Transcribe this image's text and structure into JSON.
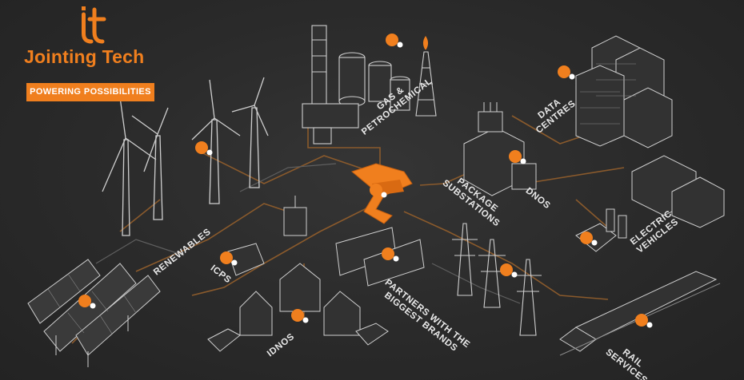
{
  "brand": {
    "name": "Jointing Tech",
    "tagline": "POWERING POSSIBILITIES",
    "accent": "#f07f1e",
    "line_color": "#6b6b6b",
    "background": "#2b2b2b"
  },
  "sectors": {
    "gas": {
      "line1": "GAS &",
      "line2": "PETROCHEMICAL"
    },
    "data": {
      "line1": "DATA",
      "line2": "CENTRES"
    },
    "package": {
      "line1": "PACKAGE",
      "line2": "SUBSTATIONS"
    },
    "dnos": {
      "line1": "DNOs"
    },
    "renewables": {
      "line1": "RENEWABLES"
    },
    "icps": {
      "line1": "ICPS"
    },
    "idnos": {
      "line1": "IDNOs"
    },
    "partners": {
      "line1": "PARTNERS WITH THE",
      "line2": "BIGGEST BRANDS"
    },
    "ev": {
      "line1": "ELECTRIC",
      "line2": "VEHICLES"
    },
    "rail": {
      "line1": "RAIL",
      "line2": "SERVICES"
    }
  },
  "icons": [
    "jointing-tech-logo-icon",
    "worker-badge-icon",
    "wind-turbine-icon",
    "solar-panel-icon",
    "refinery-icon",
    "data-centre-icon",
    "substation-icon",
    "pylon-icon",
    "house-icon",
    "lorry-icon",
    "van-icon",
    "car-icon",
    "ev-charger-icon",
    "train-icon"
  ]
}
